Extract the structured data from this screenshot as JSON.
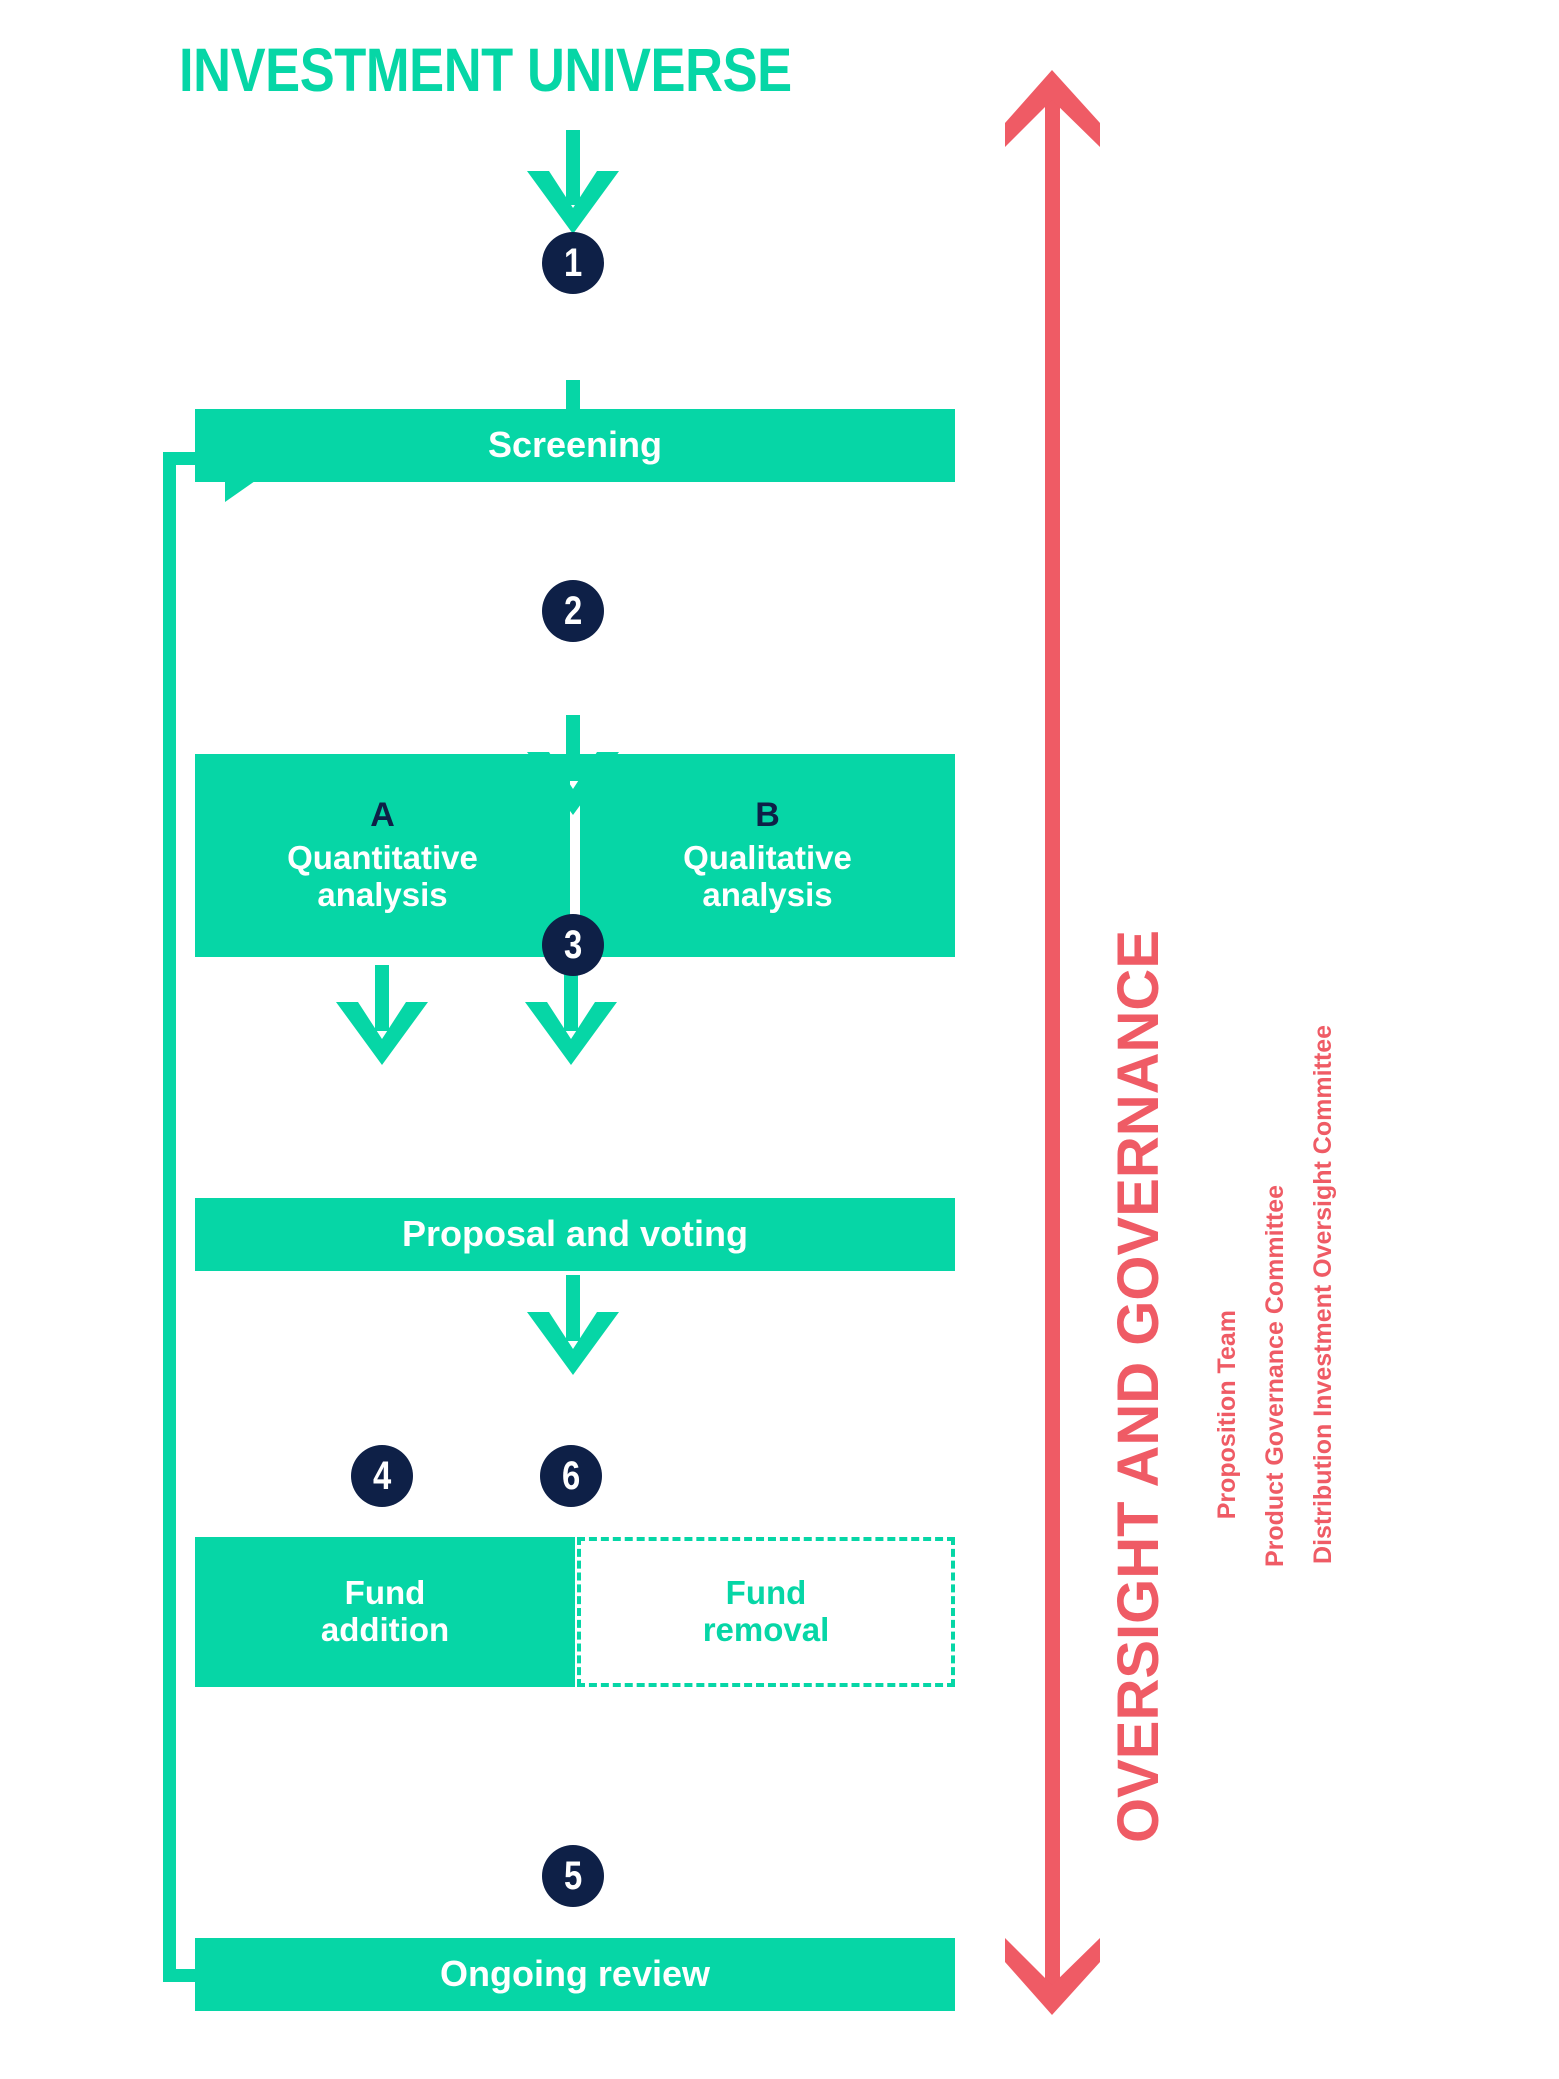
{
  "diagram": {
    "title": "INVESTMENT UNIVERSE",
    "accent_teal": "#06D6A6",
    "accent_navy": "#0E2047",
    "accent_red": "#EF5B65",
    "background": "#FFFFFF"
  },
  "steps": {
    "s1": "1",
    "s2": "2",
    "s3": "3",
    "s4": "4",
    "s5": "5",
    "s6": "6"
  },
  "boxes": {
    "screening": "Screening",
    "quant_letter": "A",
    "quant_label": "Quantitative\nanalysis",
    "quant_line1": "Quantitative",
    "quant_line2": "analysis",
    "qual_letter": "B",
    "qual_line1": "Qualitative",
    "qual_line2": "analysis",
    "proposal": "Proposal and voting",
    "fund_addition_line1": "Fund",
    "fund_addition_line2": "addition",
    "fund_removal_line1": "Fund",
    "fund_removal_line2": "removal",
    "ongoing_review": "Ongoing review"
  },
  "governance": {
    "title": "OVERSIGHT AND GOVERNANCE",
    "items": [
      "Proposition Team",
      "Product Governance Committee",
      "Distribution Investment Oversight Committee"
    ]
  }
}
